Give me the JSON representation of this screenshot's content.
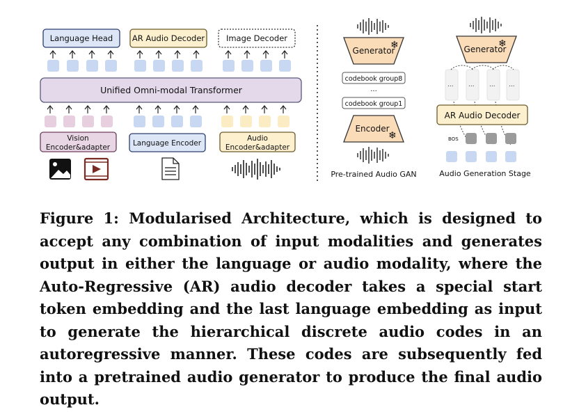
{
  "figure": {
    "left": {
      "heads": [
        "Language Head",
        "AR Audio Decoder",
        "Image Decoder"
      ],
      "transformer": "Unified Omni-modal Transformer",
      "encoders": {
        "vision": [
          "Vision",
          "Encoder&adapter"
        ],
        "language": "Language Encoder",
        "audio": [
          "Audio",
          "Encoder&adapter"
        ]
      },
      "icons": [
        "image-icon",
        "video-icon",
        "document-icon",
        "waveform-icon"
      ]
    },
    "middle": {
      "generator": "Generator",
      "codebook_top": "codebook group8",
      "ellipsis": "...",
      "codebook_bottom": "codebook group1",
      "encoder": "Encoder",
      "caption": "Pre-trained Audio GAN"
    },
    "right": {
      "generator": "Generator",
      "decoder": "AR Audio Decoder",
      "bos": "BOS",
      "caption": "Audio Generation Stage"
    },
    "colors": {
      "blue_fill": "#dce6f7",
      "blue_stroke": "#2b3d6d",
      "pink_fill": "#e8d6e4",
      "pink_stroke": "#6b3e5f",
      "yellow_fill": "#fdf0cf",
      "yellow_stroke": "#6b5a2a",
      "orange_fill": "#fbdcb9",
      "token_blue": "#c9d8f2",
      "token_pink": "#e8cfe0",
      "token_yellow": "#fbecc3",
      "token_gray": "#9b9b9b",
      "video_frame": "#7a2a22"
    }
  },
  "caption": "Figure 1: Modularised Architecture, which is designed to accept any combination of input modalities and generates output in either the language or audio modality, where the Auto-Regressive (AR) audio decoder takes a special start token embedding and the last language embedding as input to generate the hierarchical discrete audio codes in an autoregressive manner. These codes are subsequently fed into a pretrained audio generator to produce the final audio output."
}
